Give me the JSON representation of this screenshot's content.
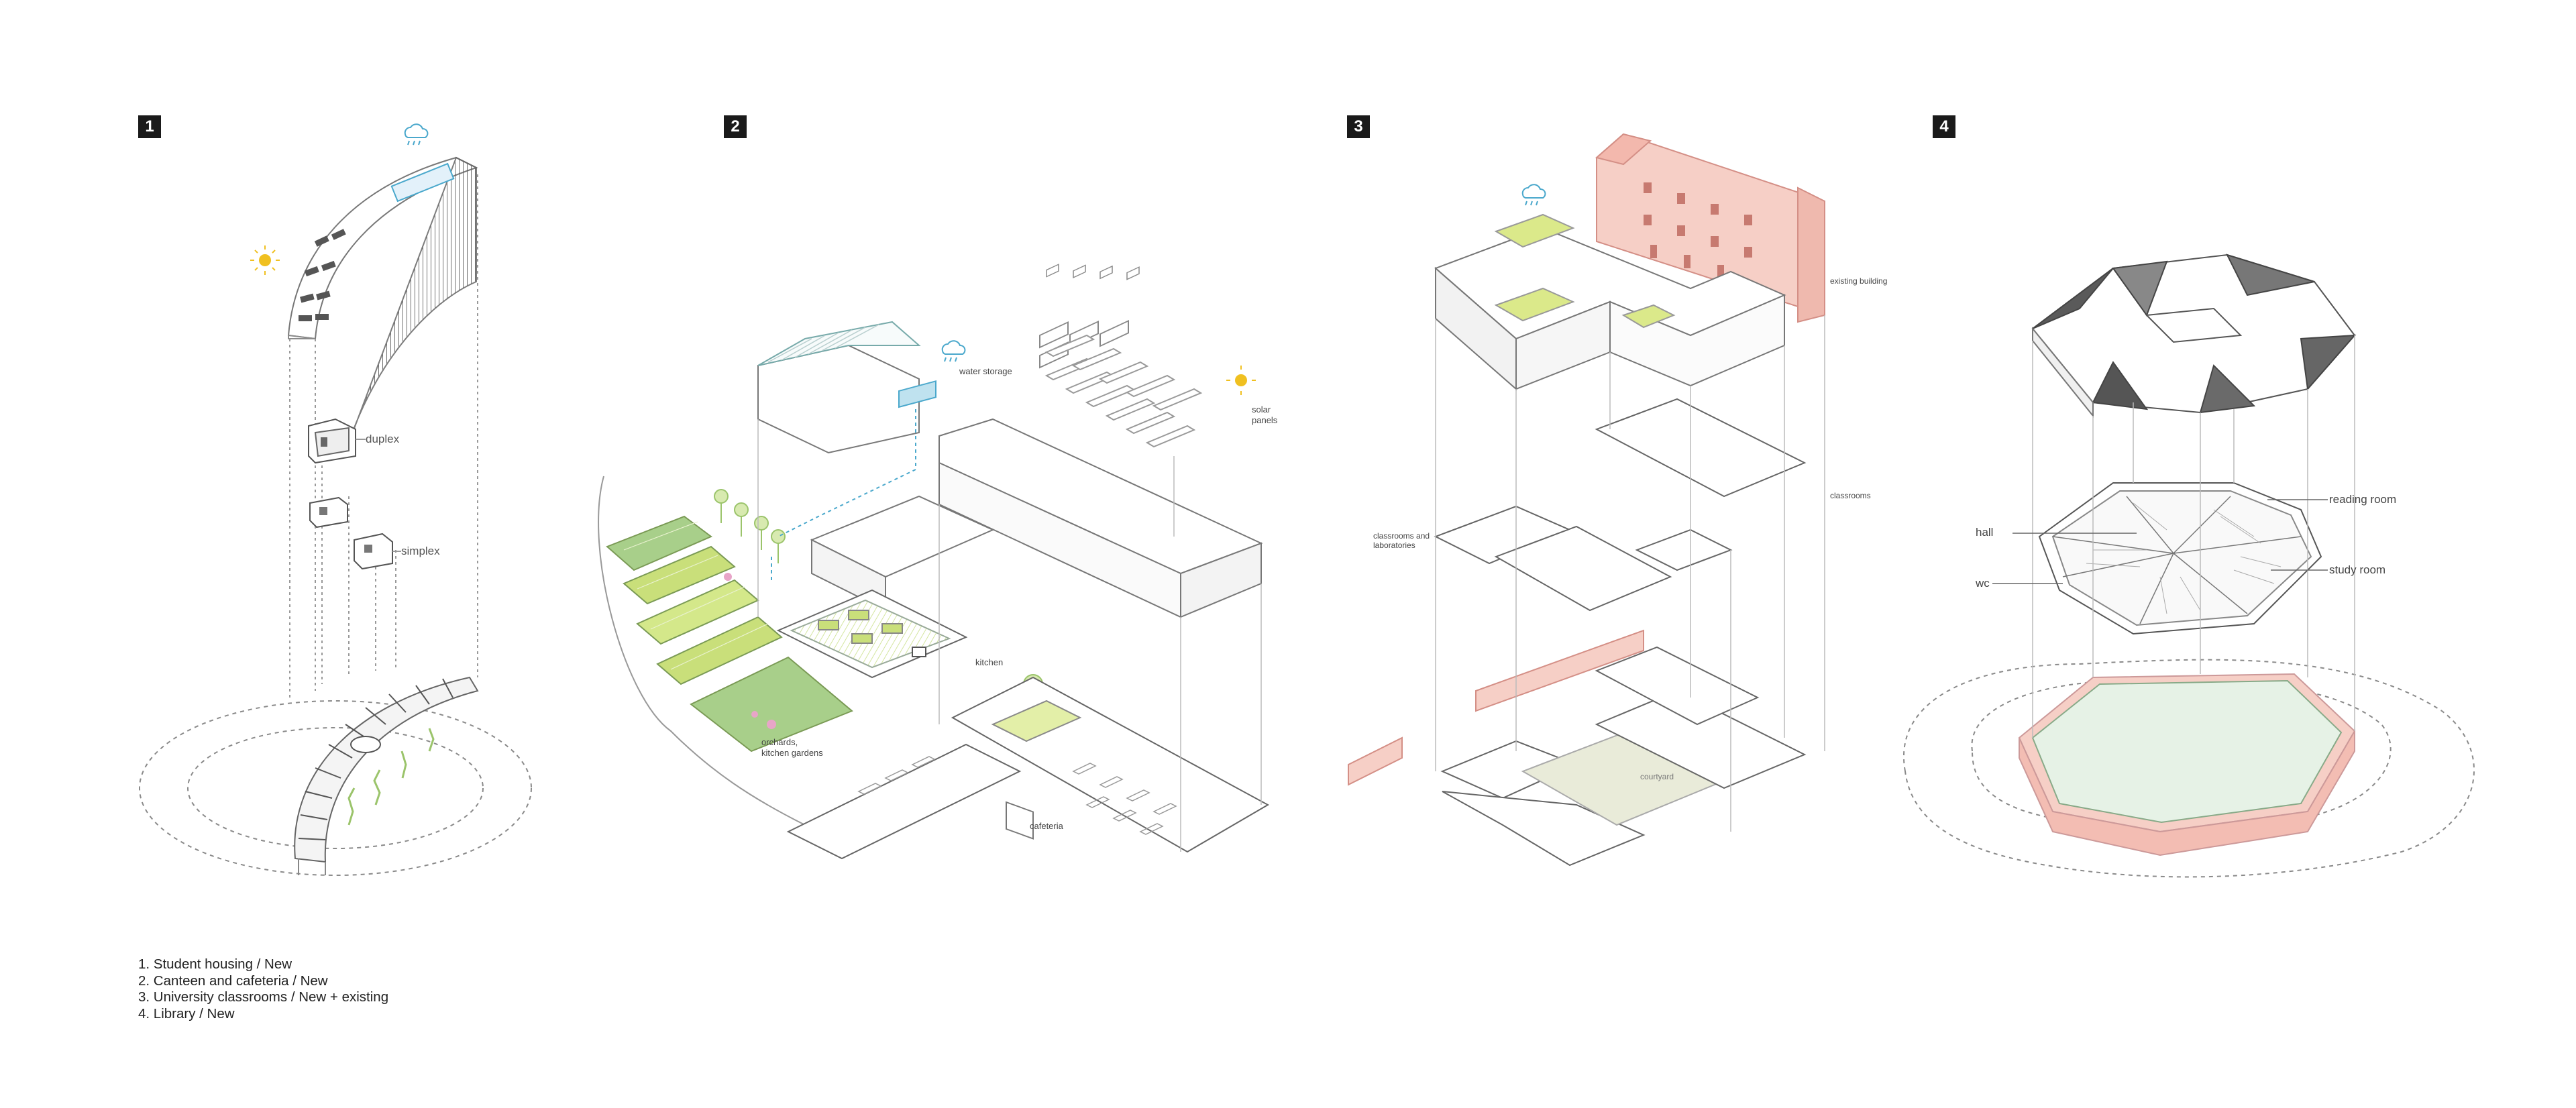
{
  "panels": [
    {
      "number": "1",
      "labels": {
        "duplex": "duplex",
        "simplex": "simplex"
      }
    },
    {
      "number": "2",
      "labels": {
        "water_storage": "water storage",
        "solar_line1": "solar",
        "solar_line2": "panels",
        "kitchen": "kitchen",
        "orchards_line1": "orchards,",
        "orchards_line2": "kitchen gardens",
        "cafeteria": "cafeteria"
      }
    },
    {
      "number": "3",
      "labels": {
        "existing_building": "existing building",
        "classrooms": "classrooms",
        "labs_line1": "classrooms and",
        "labs_line2": "laboratories",
        "courtyard": "courtyard"
      }
    },
    {
      "number": "4",
      "labels": {
        "reading_room": "reading room",
        "hall": "hall",
        "study_room": "study room",
        "wc": "wc"
      }
    }
  ],
  "legend": [
    "1. Student housing / New",
    "2. Canteen and cafeteria / New",
    "3. University classrooms / New + existing",
    "4. Library / New"
  ],
  "colors": {
    "line": "#8a8a8a",
    "green": "#c9df7a",
    "pink": "#f2c2bb",
    "blue": "#4aa8cc",
    "sun": "#f0c020"
  }
}
